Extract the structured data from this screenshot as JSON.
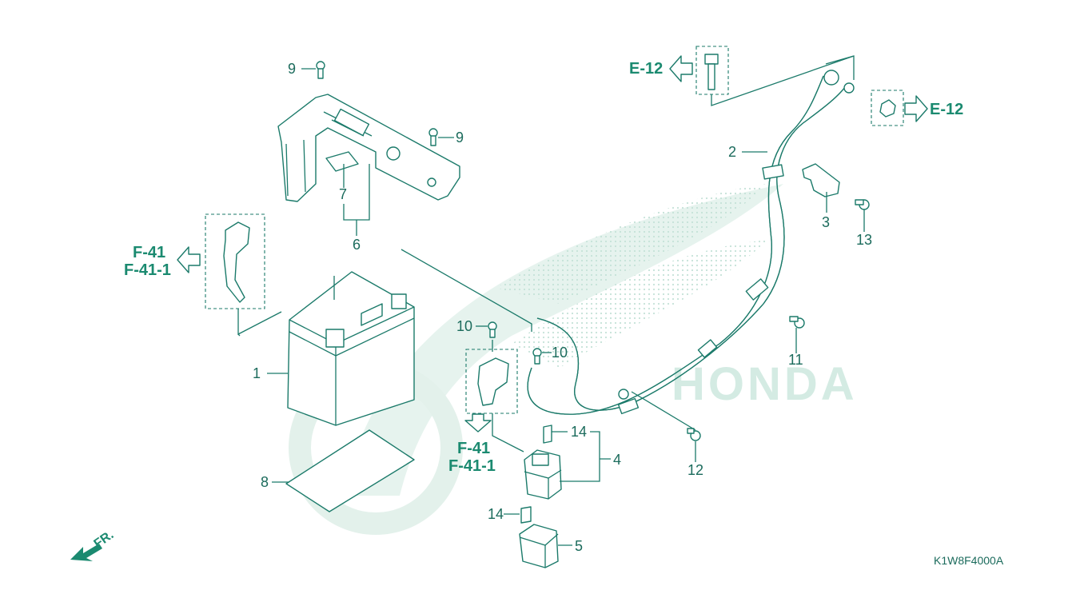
{
  "diagram": {
    "drawing_code": "K1W8F4000A",
    "watermark": "HONDA",
    "front_label": "FR.",
    "part_numbers": {
      "p1": "1",
      "p2": "2",
      "p3": "3",
      "p4": "4",
      "p5": "5",
      "p6": "6",
      "p7": "7",
      "p8": "8",
      "p9a": "9",
      "p9b": "9",
      "p10a": "10",
      "p10b": "10",
      "p11": "11",
      "p12": "12",
      "p13": "13",
      "p14a": "14",
      "p14b": "14"
    },
    "references": {
      "e12_left": "E-12",
      "e12_right": "E-12",
      "f41_left": "F-41",
      "f411_left": "F-41-1",
      "f41_bottom": "F-41",
      "f411_bottom": "F-41-1"
    }
  },
  "colors": {
    "line": "#1b7a6a",
    "reference": "#1b8a70",
    "watermark": "#d4ebe3"
  }
}
